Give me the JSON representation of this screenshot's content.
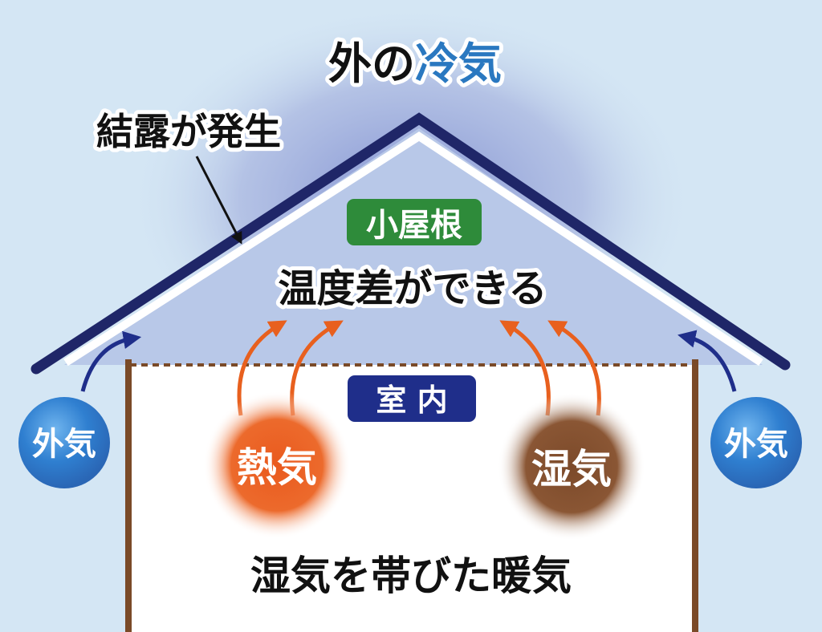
{
  "title": {
    "part1": "外の",
    "part2": "冷気"
  },
  "condensation_label": "結露が発生",
  "attic": {
    "badge": "小屋根",
    "caption": "温度差ができる"
  },
  "room": {
    "badge": "室 内",
    "caption": "湿気を帯びた暖気"
  },
  "outside_air_left": "外気",
  "outside_air_right": "外気",
  "heat_label": "熱気",
  "moisture_label": "湿気",
  "colors": {
    "background": "#d4e6f4",
    "roof": "#1f2668",
    "attic_fill": "#b8c8e8",
    "cold_air_glow": "#7f8ed0",
    "heat": "#ea5a1e",
    "moisture": "#7c4a2a",
    "wall": "#7a4a28",
    "attic_badge": "#2e8b3a",
    "room_badge": "#1f2e8a",
    "outside_air": "#2f7fd0",
    "cold_text": "#2a78c0",
    "arrow_warm": "#e8601e",
    "arrow_cold": "#1f2e8a"
  }
}
